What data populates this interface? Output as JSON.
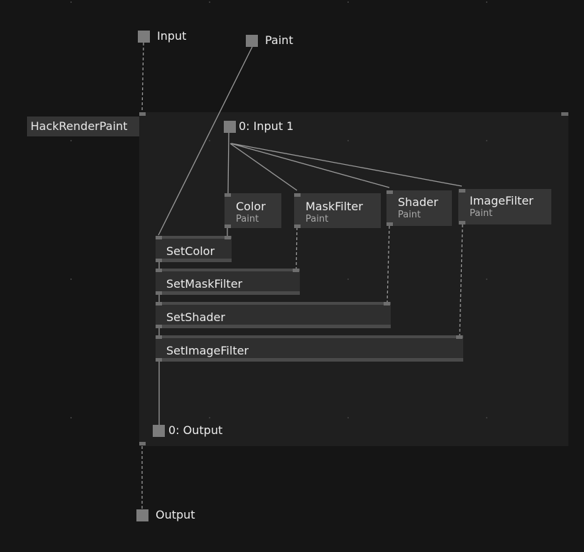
{
  "patch": {
    "name": "HackRenderPaint",
    "outer_inputs": [
      "Input",
      "Paint"
    ],
    "outer_output": "Output"
  },
  "inner": {
    "input_label": "0: Input 1",
    "output_label": "0: Output"
  },
  "getter_nodes": [
    {
      "title": "Color",
      "subtitle": "Paint"
    },
    {
      "title": "MaskFilter",
      "subtitle": "Paint"
    },
    {
      "title": "Shader",
      "subtitle": "Paint"
    },
    {
      "title": "ImageFilter",
      "subtitle": "Paint"
    }
  ],
  "setter_nodes": [
    "SetColor",
    "SetMaskFilter",
    "SetShader",
    "SetImageFilter"
  ],
  "colors": {
    "background": "#151515",
    "region": "#1f1f1f",
    "node": "#363636",
    "wire": "#9a9a9a",
    "pin": "#6e6e6e"
  }
}
